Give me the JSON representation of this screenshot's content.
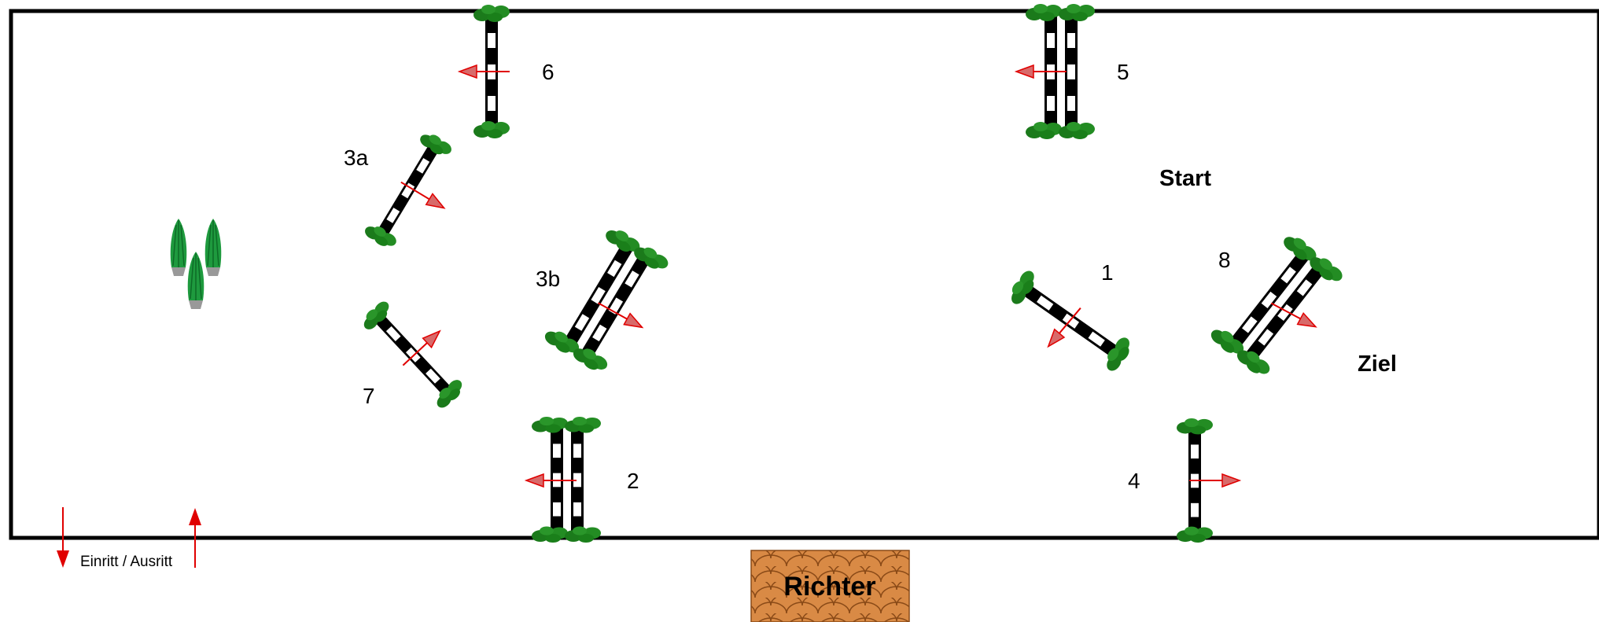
{
  "labels": {
    "start": "Start",
    "finish": "Ziel",
    "entrance": "Einritt / Ausritt",
    "judge": "Richter"
  },
  "obstacles": [
    {
      "id": "1",
      "label": "1"
    },
    {
      "id": "2",
      "label": "2"
    },
    {
      "id": "3a",
      "label": "3a"
    },
    {
      "id": "3b",
      "label": "3b"
    },
    {
      "id": "4",
      "label": "4"
    },
    {
      "id": "5",
      "label": "5"
    },
    {
      "id": "6",
      "label": "6"
    },
    {
      "id": "7",
      "label": "7"
    },
    {
      "id": "8",
      "label": "8"
    }
  ],
  "colors": {
    "arena_border": "#000000",
    "foliage": "#1f8a1f",
    "arrow": "#e00000",
    "arrow_fill": "#d86a6a",
    "judge_box": "#d97a2e"
  },
  "icons": {
    "plants": "potted-cypress-icon",
    "jump": "striped-pole-icon",
    "direction": "direction-arrow-icon"
  }
}
